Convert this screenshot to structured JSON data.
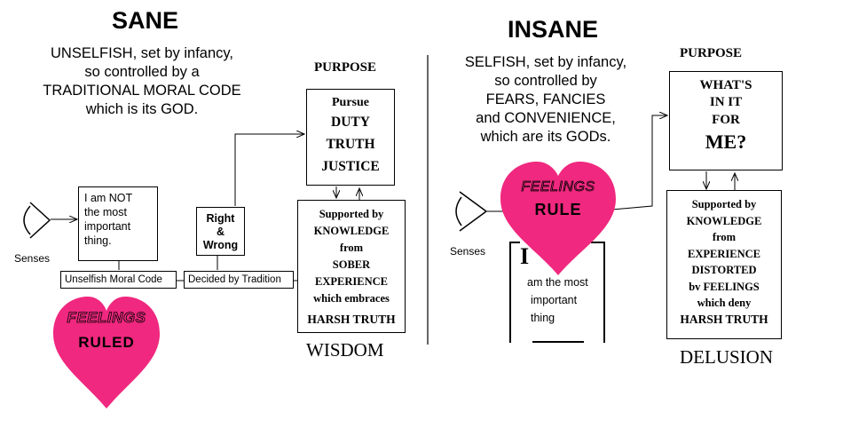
{
  "colors": {
    "heart": "#f0287f",
    "line": "#000000",
    "background": "#ffffff"
  },
  "sane": {
    "title": "SANE",
    "intro": [
      "UNSELFISH, set by infancy,",
      "so controlled by a",
      "TRADITIONAL MORAL CODE",
      "which is its GOD."
    ],
    "senses_label": "Senses",
    "not_important": [
      "I am NOT",
      "the most",
      "important",
      "thing."
    ],
    "right_wrong": [
      "Right",
      "&",
      "Wrong"
    ],
    "moral_code_label": "Unselfish Moral Code",
    "tradition_label": "Decided by Tradition",
    "purpose_heading": "PURPOSE",
    "purpose_box": {
      "pursue": "Pursue",
      "items": [
        "DUTY",
        "TRUTH",
        "JUSTICE"
      ]
    },
    "support_box": [
      "Supported by",
      "KNOWLEDGE",
      "from",
      "SOBER",
      "EXPERIENCE",
      "which embraces",
      "HARSH TRUTH"
    ],
    "heart": {
      "top": "FEELINGS",
      "bottom": "RULED"
    },
    "result": "WISDOM"
  },
  "insane": {
    "title": "INSANE",
    "intro": [
      "SELFISH, set by infancy,",
      "so controlled by",
      "FEARS, FANCIES",
      "and CONVENIENCE,",
      "which are its GODs."
    ],
    "senses_label": "Senses",
    "self_box": {
      "big_i": "I",
      "lines": [
        "am the most",
        "important",
        "thing"
      ]
    },
    "heart": {
      "top": "FEELINGS",
      "bottom": "RULE"
    },
    "purpose_heading": "PURPOSE",
    "purpose_box": [
      "WHAT'S",
      "IN IT",
      "FOR",
      "ME?"
    ],
    "support_box": [
      "Supported by",
      "KNOWLEDGE",
      "from",
      "EXPERIENCE",
      "DISTORTED",
      "bv FEELINGS",
      "which deny",
      "HARSH TRUTH"
    ],
    "result": "DELUSION"
  }
}
